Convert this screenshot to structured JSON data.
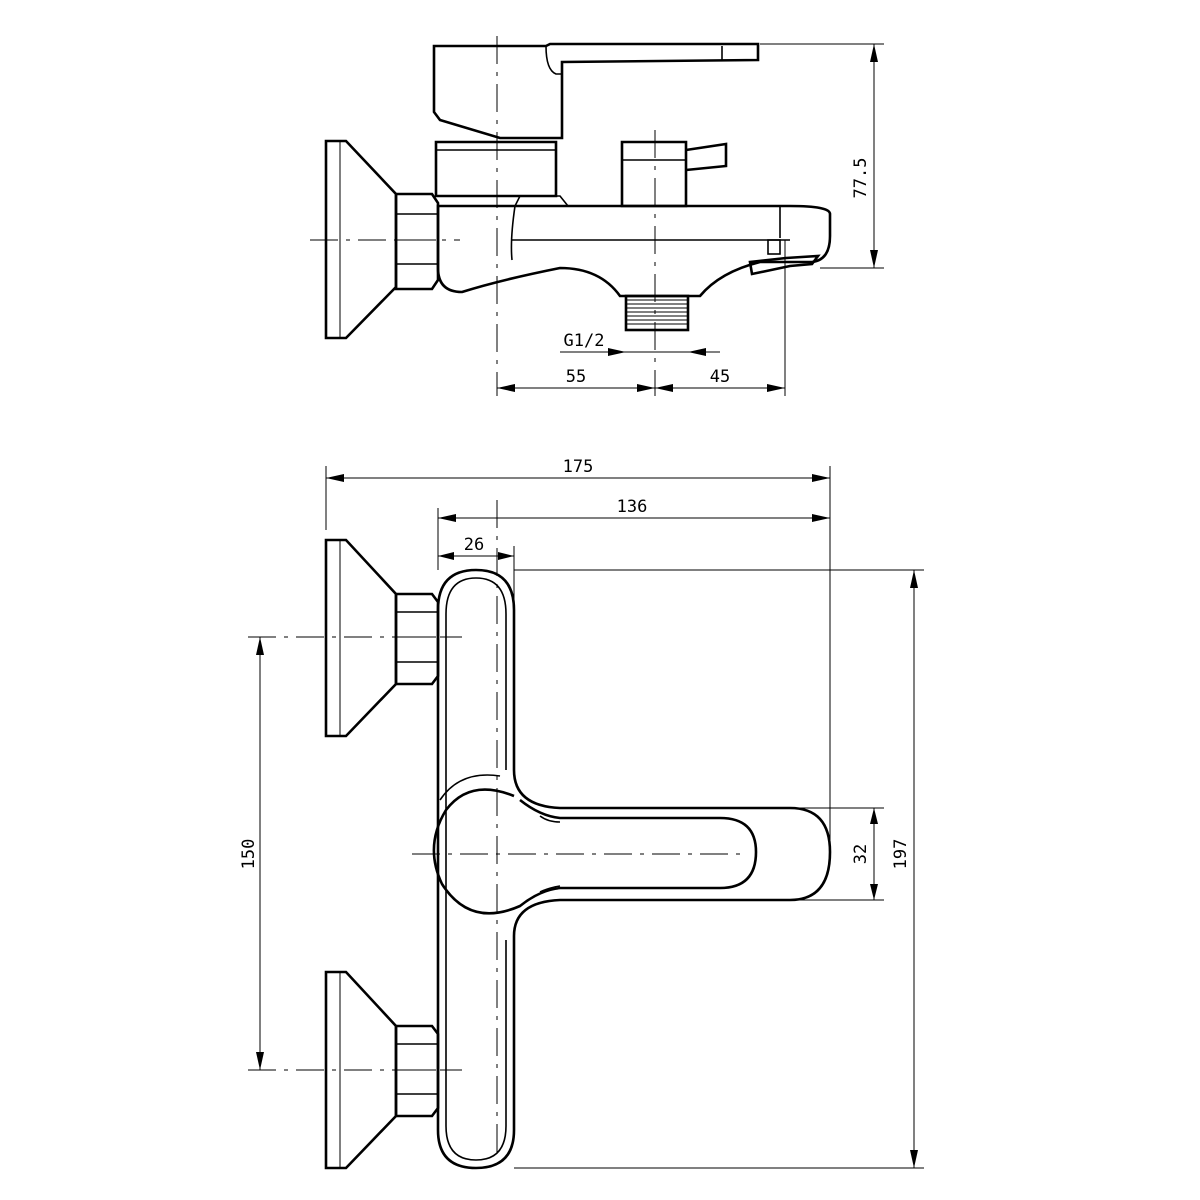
{
  "dimensions": {
    "side_view": {
      "height_77_5": "77.5",
      "thread": "G1/2",
      "left_55": "55",
      "right_45": "45"
    },
    "top_view": {
      "total_175": "175",
      "body_136": "136",
      "offset_26": "26",
      "centers_150": "150",
      "handle_32": "32",
      "height_197": "197"
    }
  }
}
